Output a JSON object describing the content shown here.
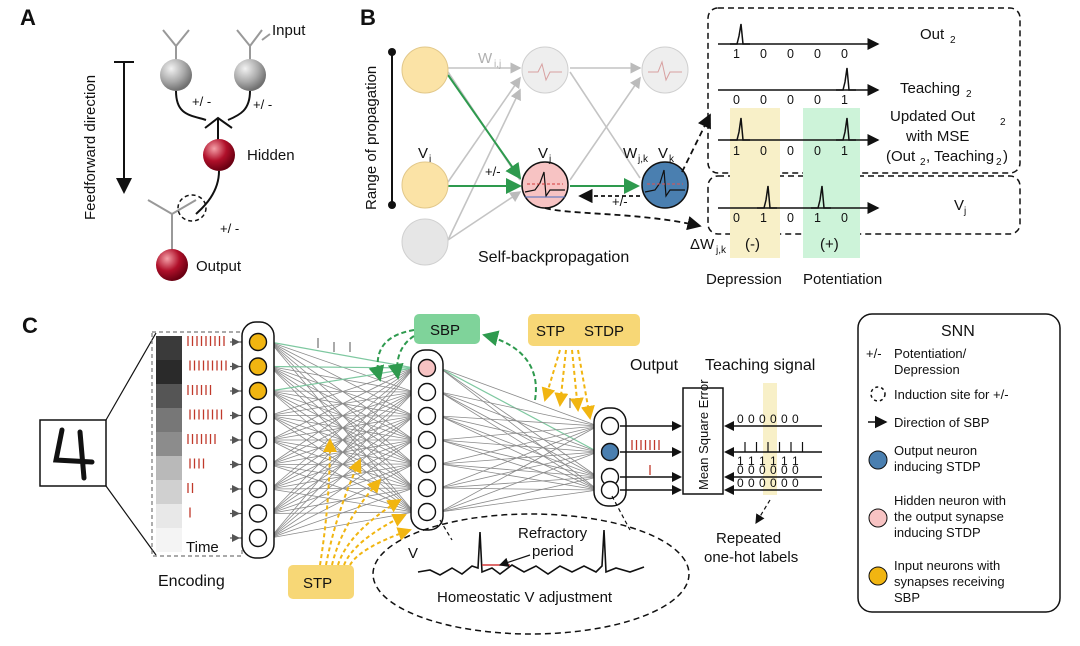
{
  "panels": {
    "a": "A",
    "b": "B",
    "c": "C"
  },
  "panel_a": {
    "input": "Input",
    "hidden": "Hidden",
    "output": "Output",
    "feedforward": "Feedforward direction",
    "sign": "+/ -"
  },
  "panel_b": {
    "range": "Range of propagation",
    "w_ij": "W",
    "w_ij_sub": "i,j",
    "v_i": "V",
    "v_i_sub": "i",
    "v_j": "V",
    "v_j_sub": "j",
    "w_jk": "W",
    "w_jk_sub": "j,k",
    "v_k": "V",
    "v_k_sub": "k",
    "sign": "+/-",
    "caption": "Self-backpropagation",
    "out2": "Out",
    "out2_sub": "2",
    "teaching2": "Teaching",
    "teaching2_sub": "2",
    "updated1": "Updated Out",
    "updated1_sub": "2",
    "updated2": "with MSE",
    "updated3a": "(Out",
    "updated3_sub1": "2",
    "updated3b": ", Teaching",
    "updated3_sub2": "2",
    "updated3c": ")",
    "vj_row": "V",
    "vj_row_sub": "j",
    "delta_w": "ΔW",
    "delta_w_sub": "j,k",
    "minus": "(-)",
    "plus": "(+)",
    "depression": "Depression",
    "potentiation": "Potentiation",
    "rows": {
      "out2_bits": [
        "1",
        "0",
        "0",
        "0",
        "0"
      ],
      "teaching_bits": [
        "0",
        "0",
        "0",
        "0",
        "1"
      ],
      "updated_bits": [
        "1",
        "0",
        "0",
        "0",
        "1"
      ],
      "vj_bits": [
        "0",
        "1",
        "0",
        "1",
        "0"
      ]
    }
  },
  "panel_c": {
    "time": "Time",
    "encoding": "Encoding",
    "sbp": "SBP",
    "stp_top": "STP",
    "stdp": "STDP",
    "stp_bottom": "STP",
    "output": "Output",
    "teaching_signal": "Teaching signal",
    "mse": "Mean Square Error",
    "teach_rows": [
      "0 0 0 0 0 0",
      "1 1 1 1 1 1",
      "0 0 0 0 0 0",
      "0 0 0 0 0 0"
    ],
    "repeated1": "Repeated",
    "repeated2": "one-hot labels",
    "refractory1": "Refractory",
    "refractory2": "period",
    "v": "V",
    "homeostatic": "Homeostatic V adjustment"
  },
  "legend": {
    "title": "SNN",
    "pm_symbol": "+/-",
    "pm_text1": "Potentiation/",
    "pm_text2": "Depression",
    "induction": "Induction site for +/-",
    "direction": "Direction of SBP",
    "output_neuron1": "Output neuron",
    "output_neuron2": "inducing STDP",
    "hidden_neuron1": "Hidden neuron with",
    "hidden_neuron2": "the output synapse",
    "hidden_neuron3": "inducing STDP",
    "input_neuron1": "Input neurons with",
    "input_neuron2": "synapses receiving",
    "input_neuron3": "SBP"
  },
  "colors": {
    "neuron_gray": "#a9a9a9",
    "neuron_red": "#b0102a",
    "input_yellow": "#fbe3a6",
    "hidden_pink": "#f7c3c3",
    "output_blue": "#4a7fb0",
    "legend_yellow": "#f1b511",
    "green_arrow": "#2e9a4e",
    "stp_box": "#f7d776",
    "sbp_box": "#7fd39a",
    "depression_band": "#f8f0c8",
    "potentiation_band": "#cdf3d9"
  }
}
